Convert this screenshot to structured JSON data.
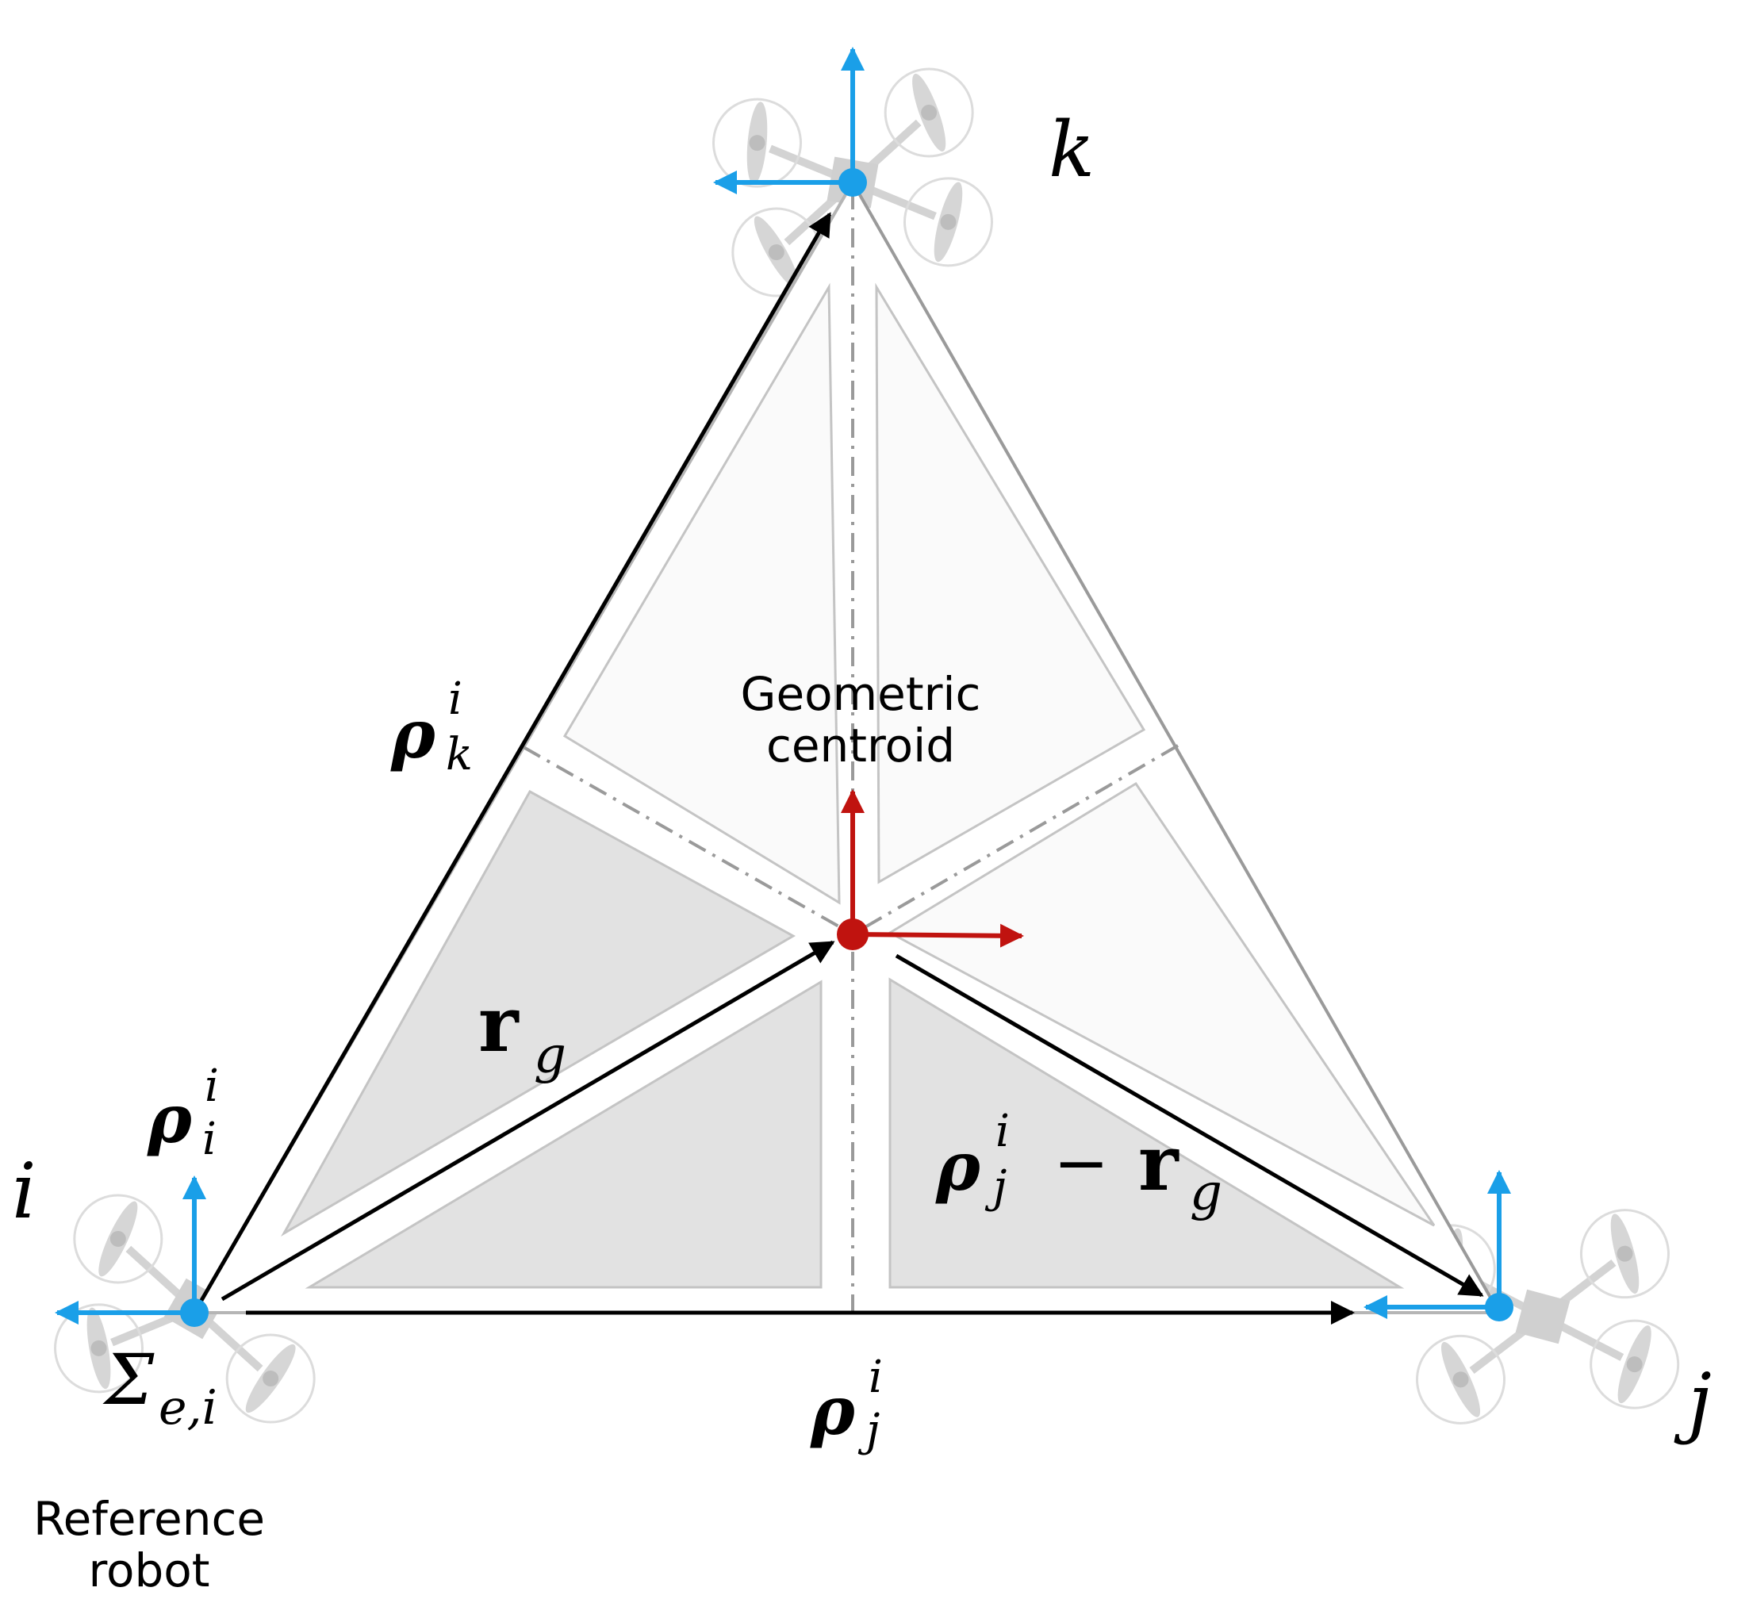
{
  "robots": {
    "i": "i",
    "j": "j",
    "k": "k"
  },
  "labels": {
    "centroid_line1": "Geometric",
    "centroid_line2": "centroid",
    "reference_line1": "Reference",
    "reference_line2": "robot",
    "frame_sigma": "Σ",
    "frame_sub": "e,i",
    "rho_symbol": "ρ",
    "rg_symbol": "r",
    "rg_sub": "g",
    "sup_i": "i",
    "sub_i": "i",
    "sub_j": "j",
    "sub_k": "k",
    "minus": "−"
  },
  "colors": {
    "robot_frame": "#1a9fe8",
    "centroid_frame": "#c0130f",
    "vector": "#000000",
    "edge": "#9a9a9a",
    "shaded_region": "#e2e2e2",
    "light_region": "#fafafa",
    "drone": "#d4d4d4"
  }
}
